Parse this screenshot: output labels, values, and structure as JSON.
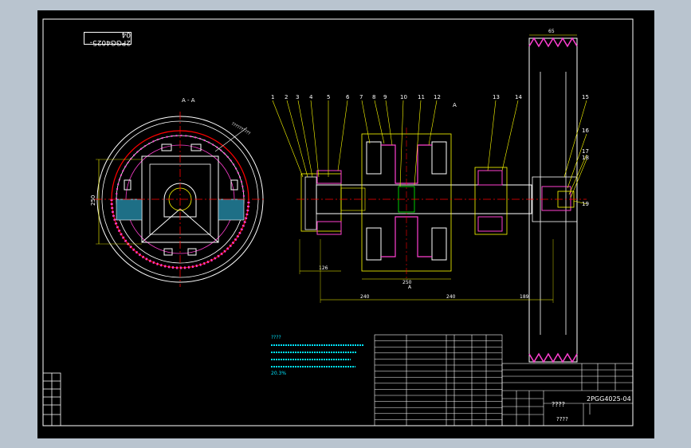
{
  "drawing": {
    "drawing_number": "2PGG4025-04",
    "section_label": "A - A",
    "view_letter": "A",
    "title_placeholder": "????",
    "company_placeholder": "????",
    "notes_heading": "????",
    "notes_line_end": "20.3%",
    "callouts": [
      "1",
      "2",
      "3",
      "4",
      "5",
      "6",
      "7",
      "8",
      "9",
      "10",
      "11",
      "12",
      "13",
      "14",
      "15",
      "16",
      "17",
      "18",
      "19"
    ],
    "dimensions": {
      "d_250_left": "250",
      "d_126": "126",
      "d_250_center": "250",
      "d_240_a": "240",
      "d_240_b": "240",
      "d_189": "189",
      "d_65": "65"
    },
    "colors": {
      "background": "#000000",
      "outline": "#ffffff",
      "centerline": "#ff0000",
      "dimension": "#ffff00",
      "notes": "#00e5ff",
      "hatch": "#ff3fd0",
      "part_green": "#00ff00",
      "sheet_bg": "#b9c4cf"
    }
  }
}
